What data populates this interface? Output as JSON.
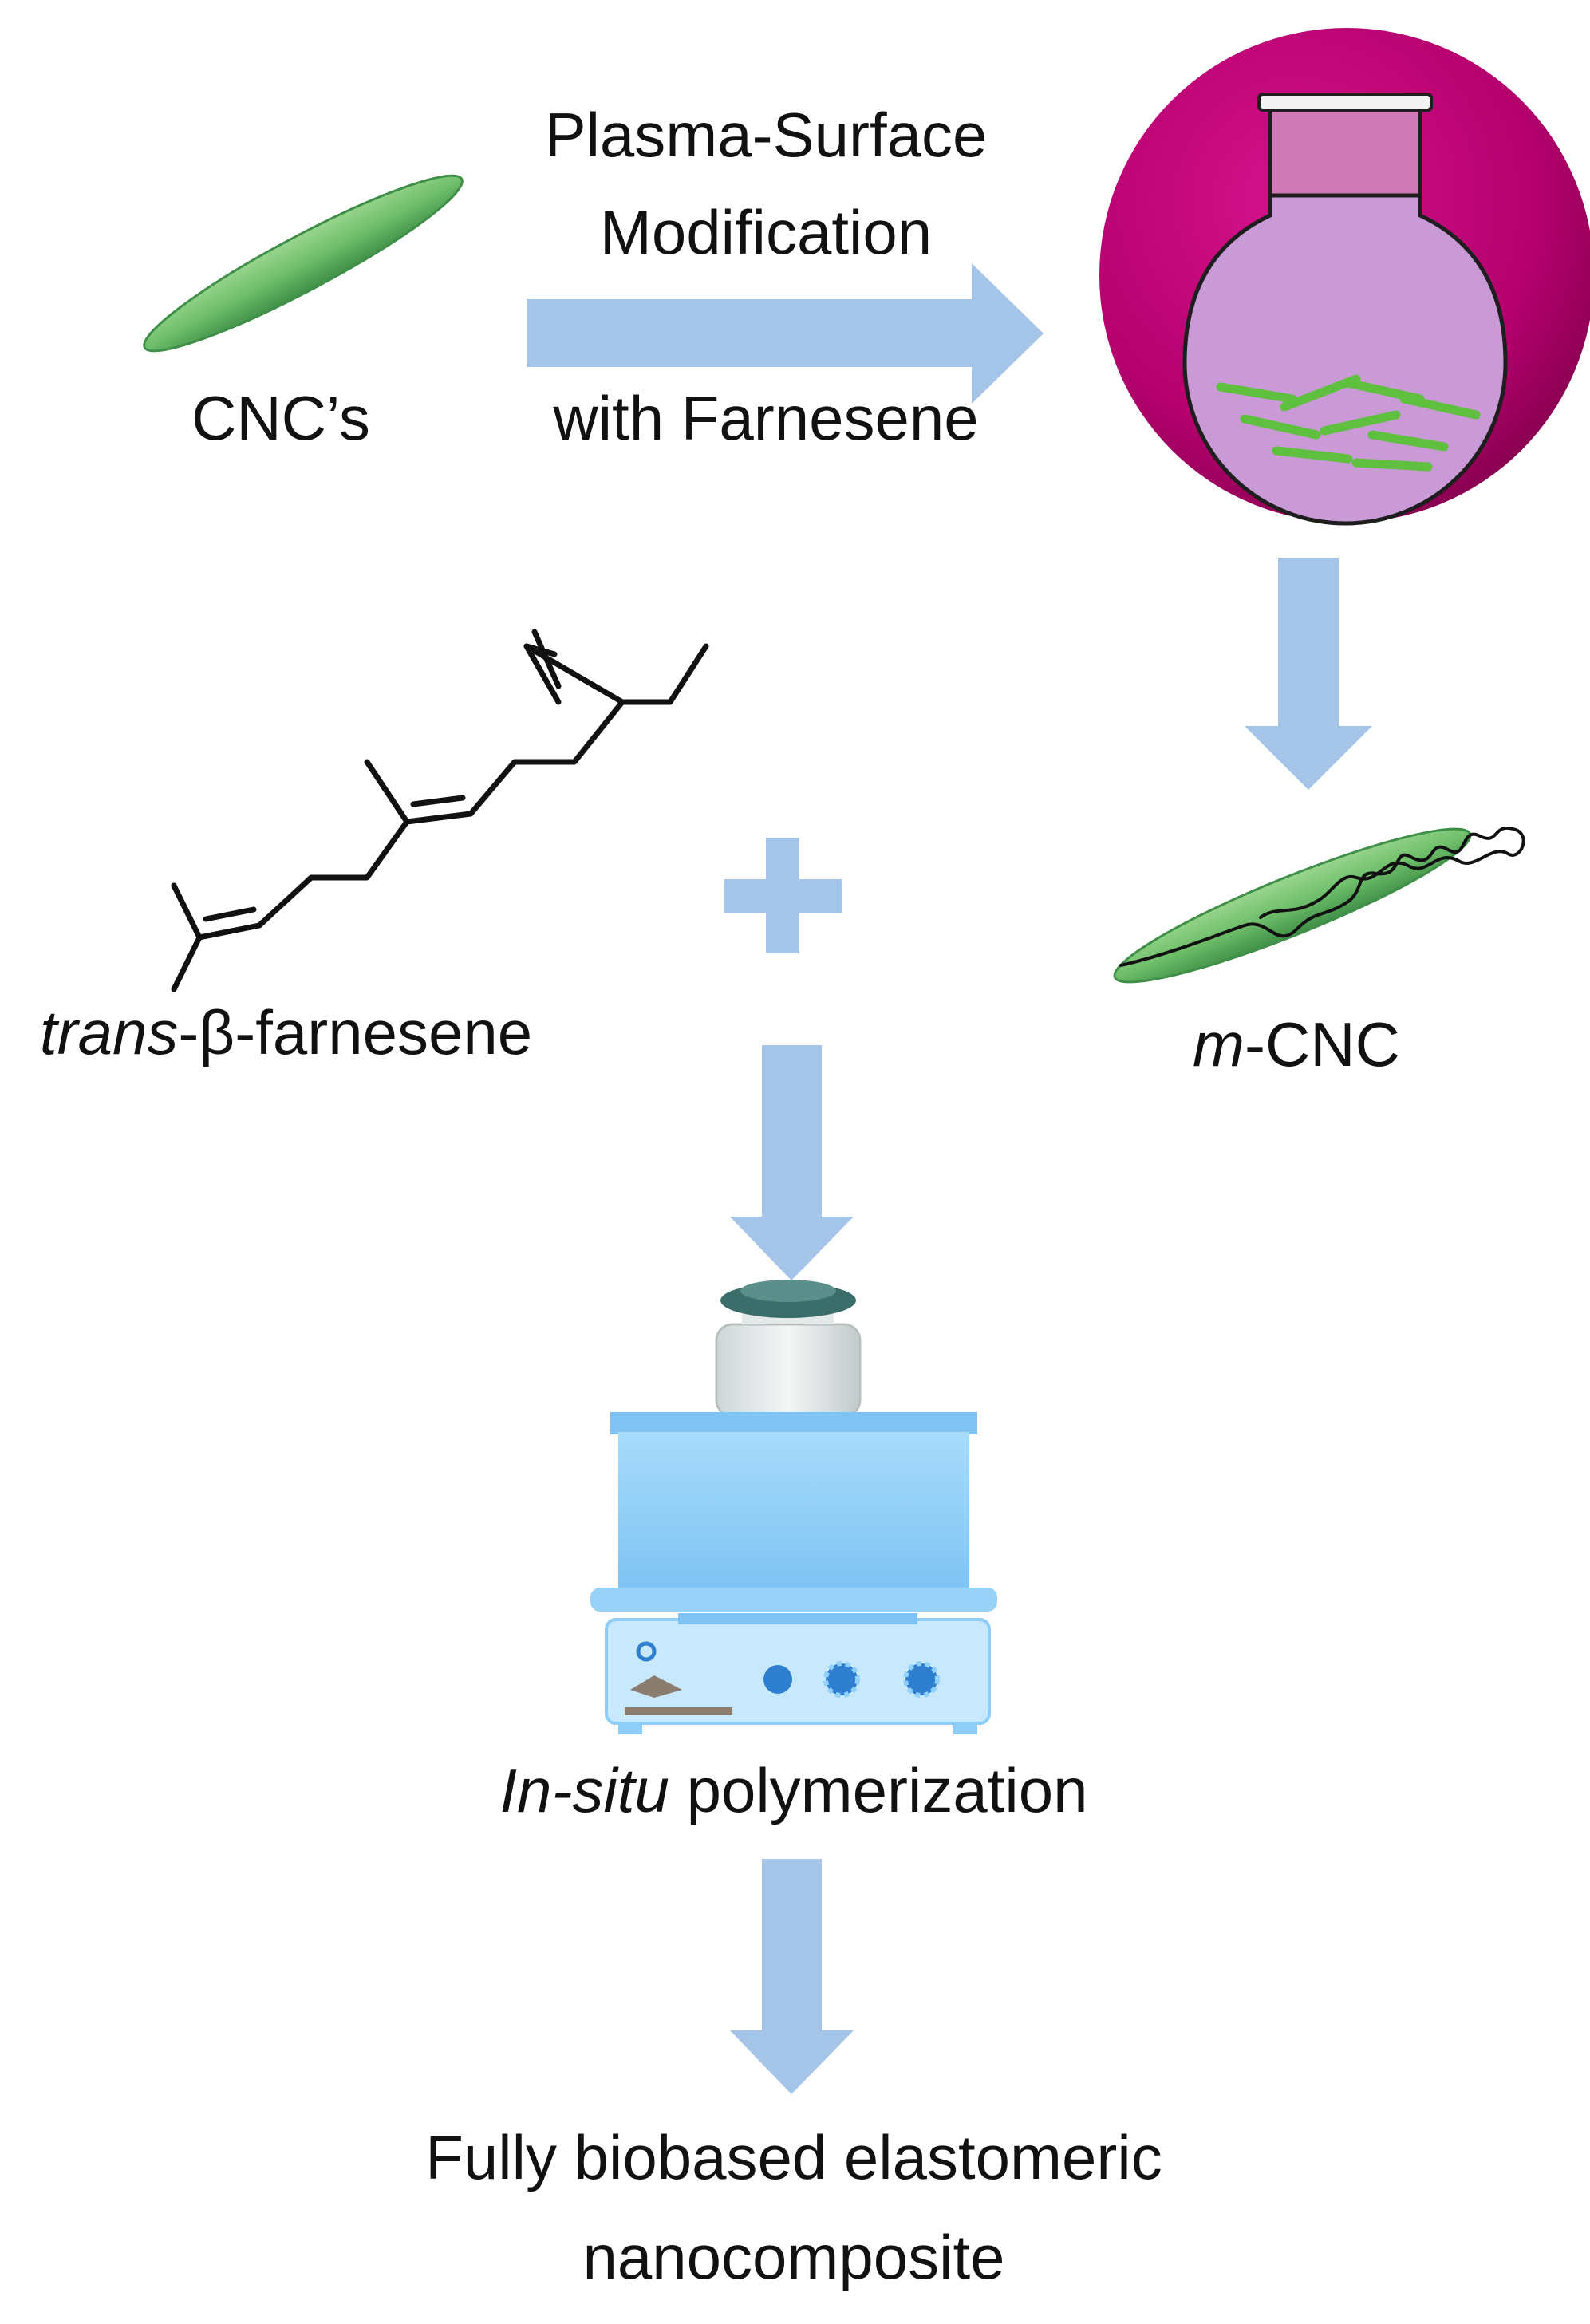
{
  "labels": {
    "cnc": "CNC’s",
    "step1_line1": "Plasma-Surface",
    "step1_line2": "Modification",
    "step1_line3": "with Farnesene",
    "monomer_italic": "trans",
    "monomer_rest": "-β-farnesene",
    "mcnc_italic": "m",
    "mcnc_rest": "-CNC",
    "polymerization_italic": "In-situ",
    "polymerization_rest": " polymerization",
    "product_line1": "Fully biobased elastomeric",
    "product_line2": "nanocomposite"
  },
  "colors": {
    "arrow": "#a4c5e8",
    "cnc_green": "#6fbf6b",
    "flask_circle": "#b4006d",
    "flask_fill": "#c99ad6",
    "stirrer_blue": "#8dcdf8",
    "vial_cap": "#3b6e6b",
    "text": "#111111"
  },
  "icons": [
    "cnc-rod-icon",
    "flask-icon",
    "modified-cnc-icon",
    "hotplate-stirrer-icon",
    "plus-icon"
  ]
}
